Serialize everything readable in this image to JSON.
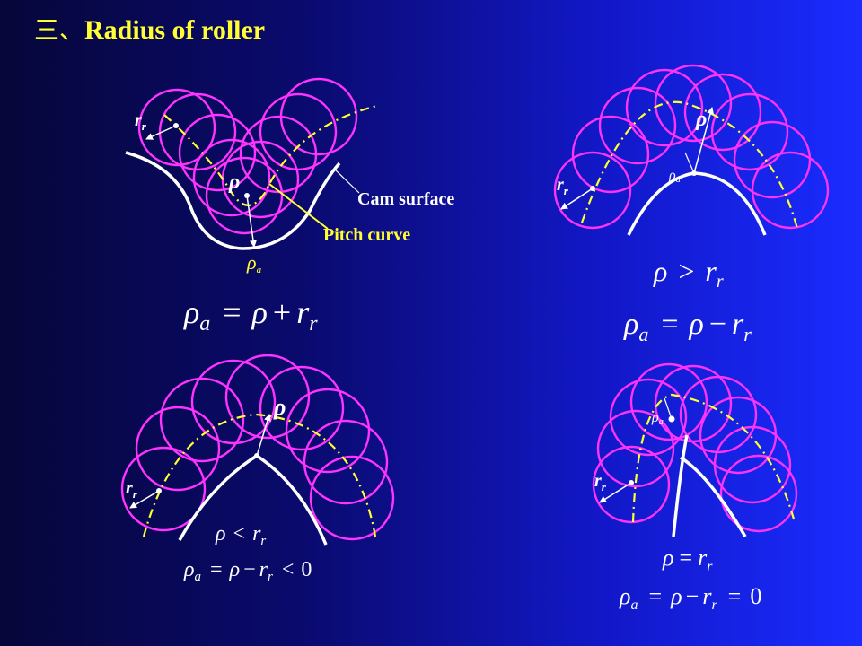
{
  "title": {
    "prefix": "三、",
    "text": "Radius of roller"
  },
  "colors": {
    "roller": "#ff33ff",
    "cam_surface": "#ffffff",
    "pitch_curve": "#ffff33",
    "text_white": "#ffffff",
    "text_yellow": "#ffff33"
  },
  "panel_concave": {
    "label_rr_r": "r",
    "label_rr_sub": "r",
    "label_rho": "ρ",
    "label_rho_a": "ρ",
    "label_rho_a_sub": "a",
    "cam_surface_label": "Cam surface",
    "pitch_curve_label": "Pitch curve",
    "formula": {
      "lhs": "ρ",
      "lhs_sub": "a",
      "op1": "=",
      "t1": "ρ",
      "op2": "+",
      "t2": "r",
      "t2_sub": "r"
    }
  },
  "panel_convex_greater": {
    "label_rho": "ρ",
    "label_rho_a": "ρ",
    "label_rho_a_sub": "a",
    "label_rr_r": "r",
    "label_rr_sub": "r",
    "condition": {
      "a": "ρ",
      "op": ">",
      "b": "r",
      "b_sub": "r"
    },
    "formula": {
      "lhs": "ρ",
      "lhs_sub": "a",
      "op1": "=",
      "t1": "ρ",
      "op2": "−",
      "t2": "r",
      "t2_sub": "r"
    }
  },
  "panel_convex_less": {
    "label_rho": "ρ",
    "label_rr_r": "r",
    "label_rr_sub": "r",
    "condition": {
      "a": "ρ",
      "op": "<",
      "b": "r",
      "b_sub": "r"
    },
    "formula": {
      "lhs": "ρ",
      "lhs_sub": "a",
      "op1": "=",
      "t1": "ρ",
      "op2": "−",
      "t2": "r",
      "t2_sub": "r",
      "op3": "<",
      "t3": "0"
    }
  },
  "panel_convex_equal": {
    "label_rho_a": "ρ",
    "label_rho_a_sub": "a",
    "label_rr_r": "r",
    "label_rr_sub": "r",
    "condition": {
      "a": "ρ",
      "op": "=",
      "b": "r",
      "b_sub": "r"
    },
    "formula": {
      "lhs": "ρ",
      "lhs_sub": "a",
      "op1": "=",
      "t1": "ρ",
      "op2": "−",
      "t2": "r",
      "t2_sub": "r",
      "op3": "=",
      "t3": "0"
    }
  }
}
